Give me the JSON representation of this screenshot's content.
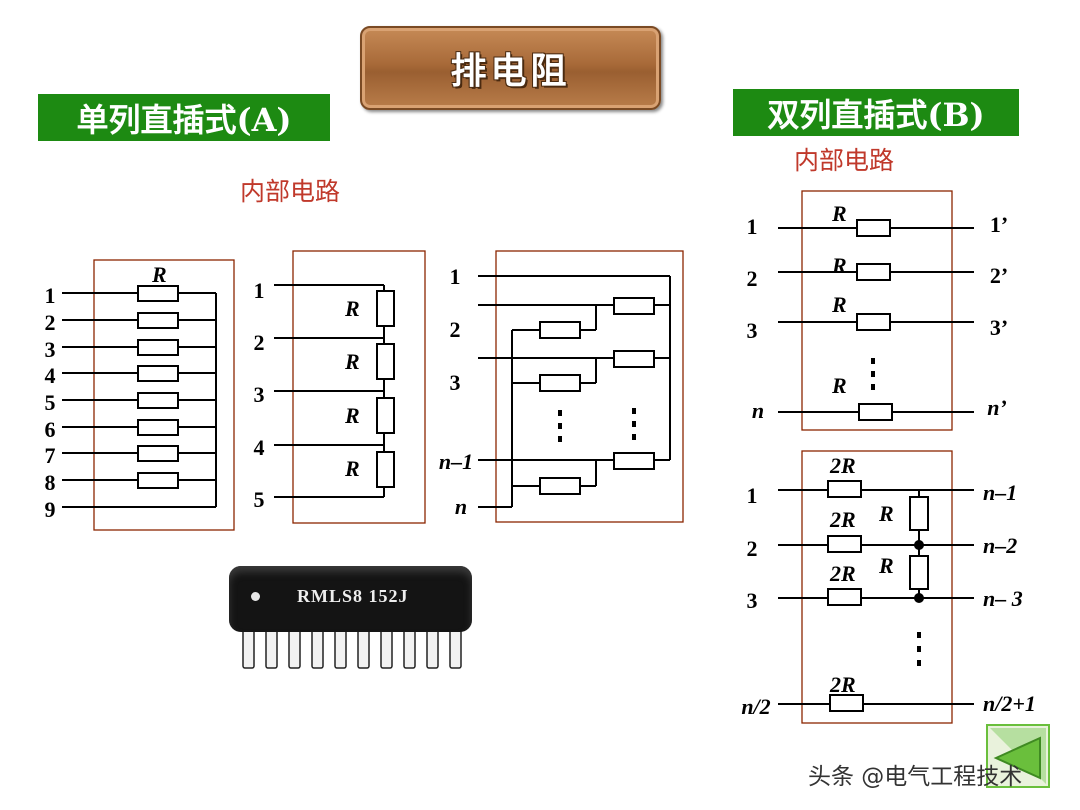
{
  "title": "排电阻",
  "section_a": {
    "heading": "单列直插式(A)",
    "subtitle": "内部电路"
  },
  "section_b": {
    "heading": "双列直插式(B)",
    "subtitle": "内部电路"
  },
  "circuit1": {
    "pins": [
      "1",
      "2",
      "3",
      "4",
      "5",
      "6",
      "7",
      "8",
      "9"
    ],
    "resistor_label": "R"
  },
  "circuit2": {
    "pins": [
      "1",
      "2",
      "3",
      "4",
      "5"
    ],
    "resistor_label": "R"
  },
  "circuit3": {
    "pins": [
      "1",
      "2",
      "3",
      "n–1",
      "n"
    ]
  },
  "circuit4": {
    "left_pins": [
      "1",
      "2",
      "3",
      "n"
    ],
    "right_pins": [
      "1’",
      "2’",
      "3’",
      "n’"
    ],
    "resistor_label": "R"
  },
  "circuit5": {
    "left_pins": [
      "1",
      "2",
      "3",
      "n/2"
    ],
    "right_pins": [
      "n–1",
      "n–2",
      "n– 3",
      "n/2+1"
    ],
    "series_label": "2R",
    "shunt_label": "R"
  },
  "chip": {
    "marking": "RMLS8 152J"
  },
  "watermark": "头条 @电气工程技术",
  "colors": {
    "title_banner": "#a86a39",
    "heading_bg": "#1d8a12",
    "heading_text": "#ffffff",
    "subtitle": "#c0392b",
    "frame": "#8b2500",
    "nav_button": "#6abf3c"
  },
  "icons": {
    "nav": "back-arrow-icon"
  }
}
